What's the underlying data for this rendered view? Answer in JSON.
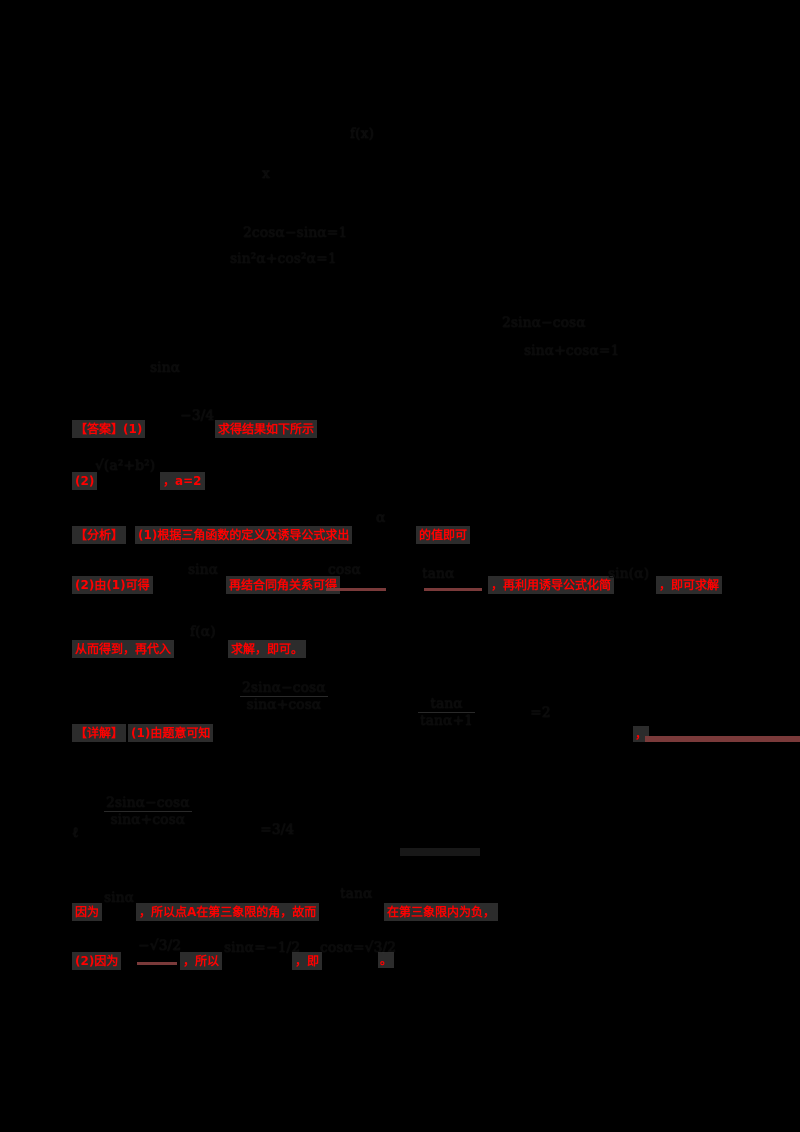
{
  "page": {
    "background": "#000000",
    "text_color": "#ff0000"
  },
  "top_math": {
    "header_fragment_1": "f(x)",
    "header_fragment_2": "x",
    "system_line_1": "2cosα−sinα=1",
    "system_line_2": "sin²α+cos²α=1",
    "left_fragment": "sinα",
    "right_system_line_1": "2sinα−cosα",
    "right_system_line_2": "sinα+cosα=1"
  },
  "answer_section": {
    "label": "【答案】(1)",
    "formula_1": "−3/4",
    "label_2": "(2)",
    "formula_2": "√(a²+b²)",
    "suffix": "，a=2"
  },
  "analysis_section": {
    "label": "【分析】",
    "part1_text": "(1)根据三角函数的定义及诱导公式求出",
    "part1_var": "α",
    "part1_suffix": "的值即可",
    "line2_prefix": "(2)由(1)可得",
    "line2_formula_1": "sinα",
    "line2_mid": "再结合同角关系可得",
    "line2_formula_2": "cosα",
    "line2_formula_3": "tanα",
    "line2_text": "，再利用诱导公式化简",
    "line2_formula_4": "sin(α)",
    "line2_suffix": "，即可求解",
    "line3_text": "从而得到，再代入",
    "line3_formula": "f(α)",
    "line3_suffix": "求解，即可。"
  },
  "solution_section": {
    "label": "【详解】",
    "part1_label": "(1)由题意可知",
    "formula_num": "2sinα−cosα",
    "formula_den": "sinα+cosα",
    "formula_2_num": "tanα",
    "formula_2_den": "tanα+1",
    "formula_3": "=2",
    "end_mark": "，",
    "second_line_num": "2sinα−cosα",
    "second_line_den": "sinα+cosα",
    "second_line_rhs": "=3/4",
    "line3_prefix": "因为",
    "line3_formula_1": "sinα",
    "line3_text": "，所以点A在第三象限的角，故而",
    "line3_formula_2": "tanα",
    "line3_suffix": "在第三象限内为负，",
    "line4_prefix": "(2)因为",
    "line4_formula_1": "−√3/2",
    "line4_text": "，所以",
    "line4_formula_2": "sinα=−1/2",
    "line4_mid": "，即",
    "line4_formula_3": "cosα=√3/2",
    "line4_end": "。"
  }
}
